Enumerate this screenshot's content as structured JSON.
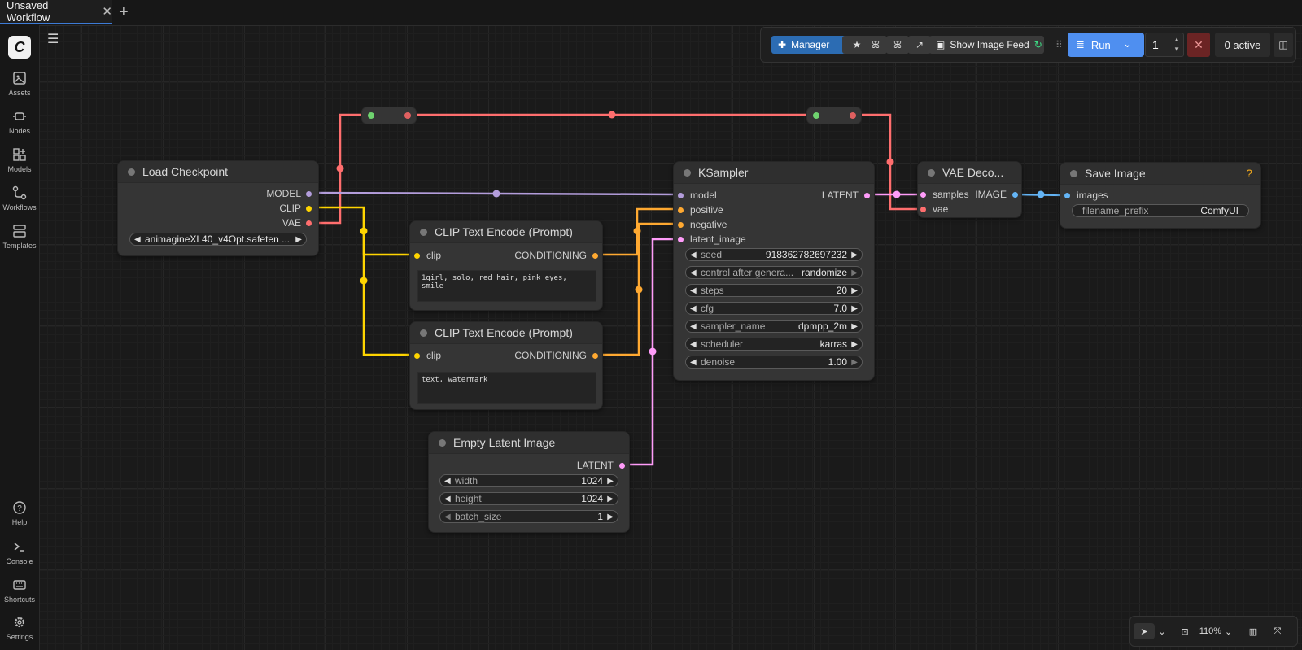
{
  "tabs": [
    {
      "label": "Unsaved Workflow"
    }
  ],
  "sidebar": {
    "items": [
      {
        "label": "Assets",
        "icon": "image-icon"
      },
      {
        "label": "Nodes",
        "icon": "nodes-icon"
      },
      {
        "label": "Models",
        "icon": "models-icon"
      },
      {
        "label": "Workflows",
        "icon": "workflows-icon"
      },
      {
        "label": "Templates",
        "icon": "templates-icon"
      }
    ],
    "bottom_items": [
      {
        "label": "Help",
        "icon": "help-icon"
      },
      {
        "label": "Console",
        "icon": "console-icon"
      },
      {
        "label": "Shortcuts",
        "icon": "keyboard-icon"
      },
      {
        "label": "Settings",
        "icon": "gear-icon"
      }
    ]
  },
  "toolbar": {
    "manager_label": "Manager",
    "feed_label": "Show Image Feed",
    "run_label": "Run",
    "queue_count": "1",
    "active_label": "0 active"
  },
  "nodes": {
    "load_checkpoint": {
      "title": "Load Checkpoint",
      "outputs": [
        "MODEL",
        "CLIP",
        "VAE"
      ],
      "ckpt_name": "animagineXL40_v4Opt.safeten ..."
    },
    "clip_pos": {
      "title": "CLIP Text Encode (Prompt)",
      "input": "clip",
      "output": "CONDITIONING",
      "text": "1girl, solo, red_hair, pink_eyes, smile"
    },
    "clip_neg": {
      "title": "CLIP Text Encode (Prompt)",
      "input": "clip",
      "output": "CONDITIONING",
      "text": "text, watermark"
    },
    "empty_latent": {
      "title": "Empty Latent Image",
      "output": "LATENT",
      "widgets": [
        {
          "name": "width",
          "value": "1024"
        },
        {
          "name": "height",
          "value": "1024"
        },
        {
          "name": "batch_size",
          "value": "1"
        }
      ]
    },
    "ksampler": {
      "title": "KSampler",
      "inputs": [
        "model",
        "positive",
        "negative",
        "latent_image"
      ],
      "output": "LATENT",
      "widgets": [
        {
          "name": "seed",
          "value": "918362782697232"
        },
        {
          "name": "control after genera...",
          "value": "randomize"
        },
        {
          "name": "steps",
          "value": "20"
        },
        {
          "name": "cfg",
          "value": "7.0"
        },
        {
          "name": "sampler_name",
          "value": "dpmpp_2m"
        },
        {
          "name": "scheduler",
          "value": "karras"
        },
        {
          "name": "denoise",
          "value": "1.00"
        }
      ]
    },
    "vae_decode": {
      "title": "VAE Deco...",
      "inputs": [
        "samples",
        "vae"
      ],
      "output": "IMAGE"
    },
    "save_image": {
      "title": "Save Image",
      "input": "images",
      "help": "?",
      "filename_prefix_label": "filename_prefix",
      "filename_prefix": "ComfyUI"
    }
  },
  "canvas": {
    "zoom": "110%"
  },
  "colors": {
    "model": "#b39ddb",
    "clip": "#ffd500",
    "vae": "#ff6e6e",
    "conditioning": "#ffa931",
    "latent": "#ff9cf9",
    "image": "#64b5f6",
    "accent": "#4f8ff0"
  }
}
